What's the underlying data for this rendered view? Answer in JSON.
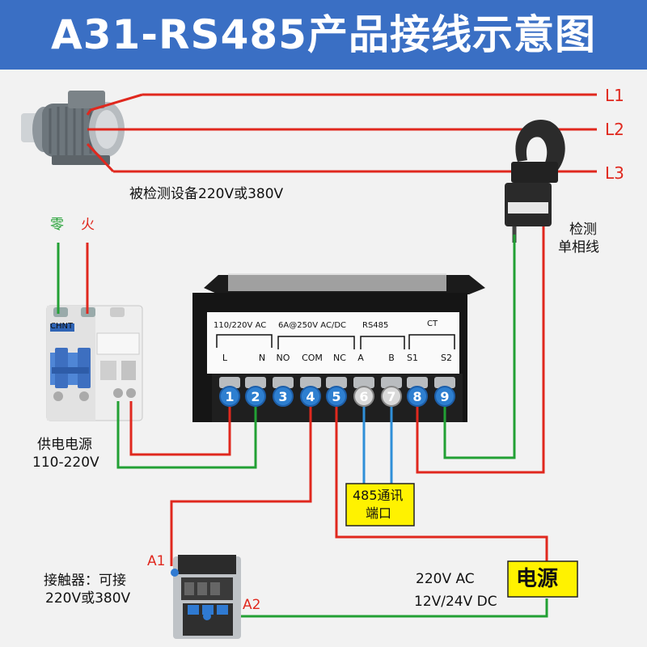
{
  "header": {
    "title": "A31-RS485产品接线示意图"
  },
  "motor": {
    "caption": "被检测设备220V或380V"
  },
  "phases": [
    "L1",
    "L2",
    "L3"
  ],
  "ct_sensor": {
    "label_line1": "检测",
    "label_line2": "单相线"
  },
  "breaker": {
    "neutral_label": "零",
    "live_label": "火",
    "caption_line1": "供电电源",
    "caption_line2": "110-220V",
    "brand": "CHNT"
  },
  "meter": {
    "groups": [
      "110/220V AC",
      "6A@250V AC/DC",
      "RS485",
      "CT"
    ],
    "terminal_labels": [
      "L",
      "N",
      "NO",
      "COM",
      "NC",
      "A",
      "B",
      "S1",
      "S2"
    ],
    "terminal_numbers": [
      "1",
      "2",
      "3",
      "4",
      "5",
      "6",
      "7",
      "8",
      "9"
    ]
  },
  "comm_port": {
    "line1": "485通讯",
    "line2": "端口"
  },
  "contactor": {
    "caption_line1": "接触器：可接",
    "caption_line2": "220V或380V",
    "a1": "A1",
    "a2": "A2"
  },
  "power": {
    "label": "电源",
    "spec_line1": "220V AC",
    "spec_line2": "12V/24V DC"
  },
  "colors": {
    "header": "#3a6fc4",
    "red_wire": "#e0281e",
    "green_wire": "#22a034",
    "blue_wire": "#2f8fd8",
    "power_box": "#fff200",
    "terminal_blue": "#2e7fd0",
    "terminal_white": "#d9d9d9"
  }
}
